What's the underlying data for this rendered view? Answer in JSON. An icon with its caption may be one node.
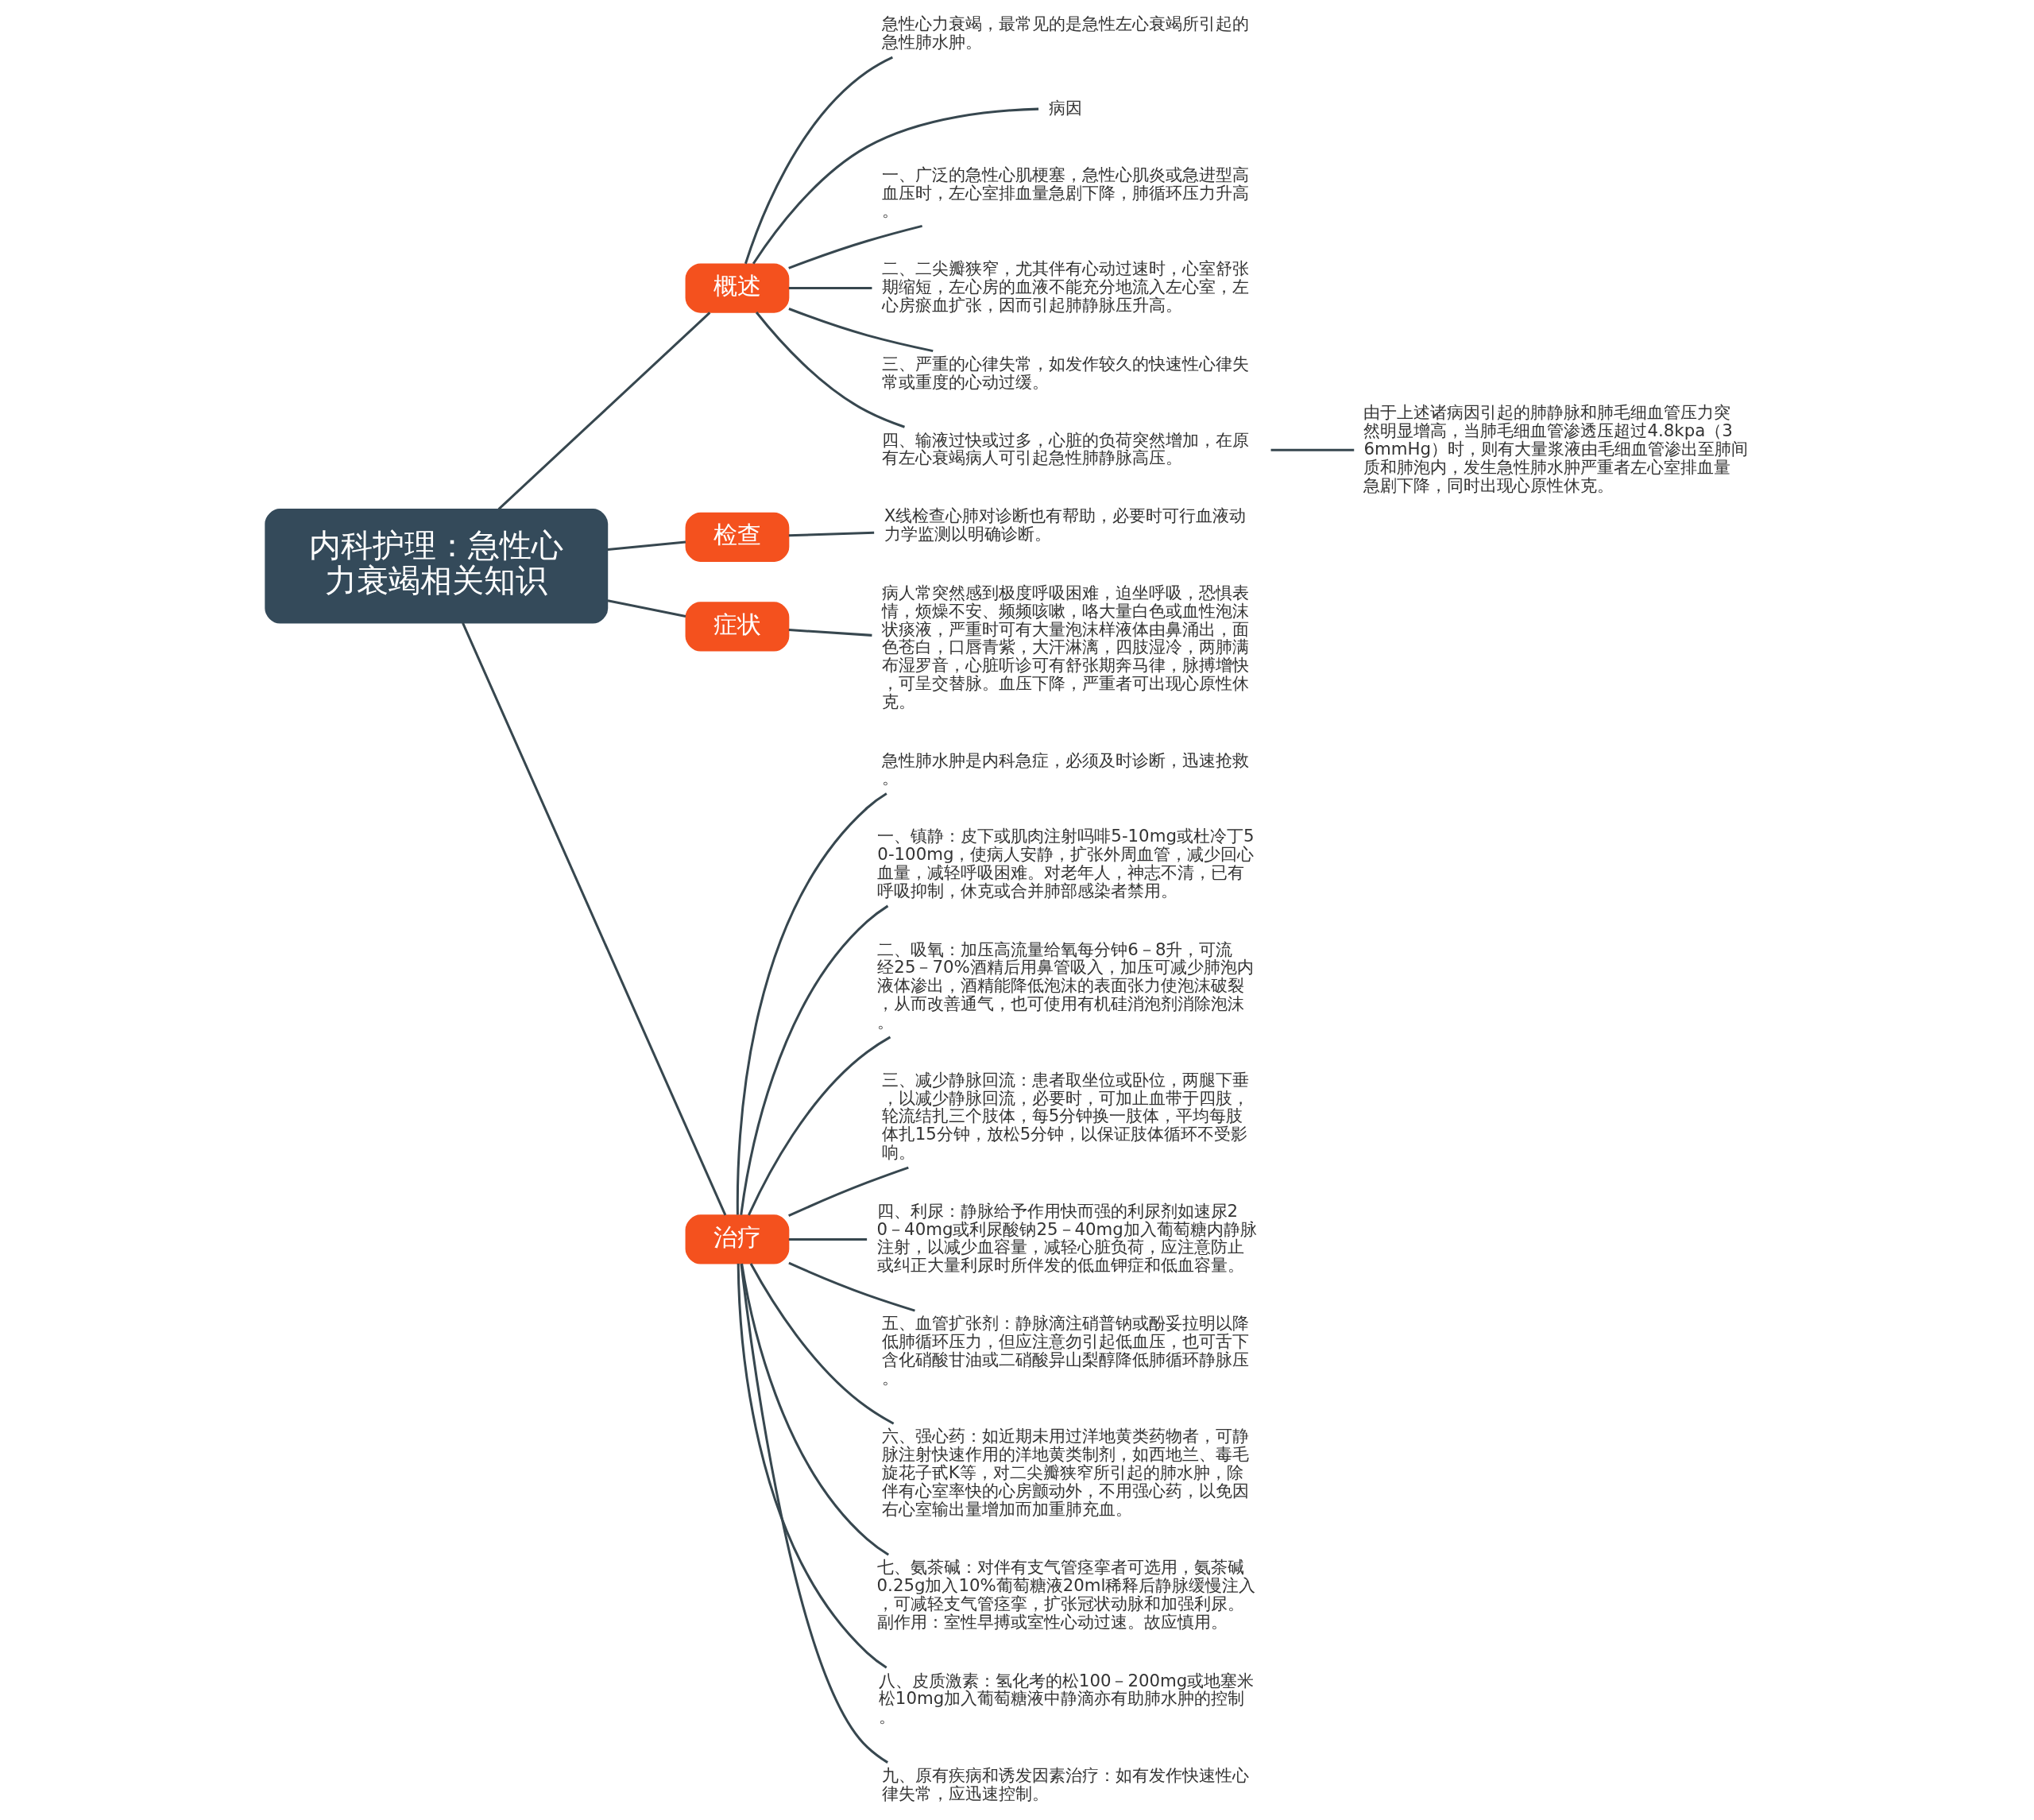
{
  "diagram": {
    "nodes": [
      {
        "text": [
          "内科护理：急性心力衰竭相关知识"
        ]
      },
      {
        "text": [
          "概述"
        ]
      },
      {
        "text": [
          "急性心力衰竭，最常见的是急性左心衰竭所引起的急性肺水肿。"
        ]
      },
      {
        "text": [
          "病因"
        ]
      },
      {
        "text": [
          "一、广泛的急性心肌梗塞，急性心肌炎或急进型高血压时，左心室排血量急剧下降，肺循环压力升高。"
        ]
      },
      {
        "text": [
          "二、二尖瓣狭窄，尤其伴有心动过速时，心室舒张期缩短，左心房的血液不能充分地流入左心室，左心房瘀血扩张，因而引起肺静脉压升高。"
        ]
      },
      {
        "text": [
          "三、严重的心律失常，如发作较久的快速性心律失常或重度的心动过缓。"
        ]
      },
      {
        "text": [
          "四、输液过快或过多，心脏的负荷突然增加，在原有左心衰竭病人可引起急性肺静脉高压。"
        ]
      },
      {
        "text": [
          "由于上述诸病因引起的肺静脉和肺毛细血管压力突然明显增高，当肺毛细血管渗透压超过4.8kpa（36mmHg）时，则有大量浆液由毛细血管渗出至肺间质和肺泡内，发生急性肺水肿严重者左心室排血量急剧下降，同时出现心原性休克。"
        ]
      },
      {
        "text": [
          "检查"
        ]
      },
      {
        "text": [
          "X线检查心肺对诊断也有帮助，必要时可行血液动力学监测以明确诊断。"
        ]
      },
      {
        "text": [
          "症状"
        ]
      },
      {
        "text": [
          "病人常突然感到极度呼吸困难，迫坐呼吸，恐惧表情，烦燥不安、频频咳嗽，咯大量白色或血性泡沫状痰液，严重时可有大量泡沫样液体由鼻涌出，面色苍白，口唇青紫，大汗淋漓，四肢湿冷，两肺满布湿罗音，心脏听诊可有舒张期奔马律，脉搏增快，可呈交替脉。血压下降，严重者可出现心原性休克。"
        ]
      },
      {
        "text": [
          "治疗"
        ]
      },
      {
        "text": [
          "急性肺水肿是内科急症，必须及时诊断，迅速抢救。"
        ]
      },
      {
        "text": [
          "一、镇静：皮下或肌肉注射吗啡5-10mg或杜冷丁50-100mg，使病人安静，扩张外周血管，减少回心血量，减轻呼吸困难。对老年人，神志不清，已有呼吸抑制，休克或合并肺部感染者禁用。"
        ]
      },
      {
        "text": [
          "二、吸氧：加压高流量给氧每分钟6－8升，可流经25－70%酒精后用鼻管吸入，加压可减少肺泡内液体渗出，酒精能降低泡沫的表面张力使泡沫破裂，从而改善通气，也可使用有机硅消泡剂消除泡沫。"
        ]
      },
      {
        "text": [
          "三、减少静脉回流：患者取坐位或卧位，两腿下垂，以减少静脉回流，必要时，可加止血带于四肢，轮流结扎三个肢体，每5分钟换一肢体，平均每肢体扎15分钟，放松5分钟，以保证肢体循环不受影响。"
        ]
      },
      {
        "text": [
          "四、利尿：静脉给予作用快而强的利尿剂如速尿20－40mg或利尿酸钠25－40mg加入葡萄糖内静脉注射，以减少血容量，减轻心脏负荷，应注意防止或纠正大量利尿时所伴发的低血钾症和低血容量。"
        ]
      },
      {
        "text": [
          "五、血管扩张剂：静脉滴注硝普钠或酚妥拉明以降低肺循环压力，但应注意勿引起低血压，也可舌下含化硝酸甘油或二硝酸异山梨醇降低肺循环静脉压。"
        ]
      },
      {
        "text": [
          "六、强心药：如近期未用过洋地黄类药物者，可静脉注射快速作用的洋地黄类制剂，如西地兰、毒毛旋花子甙K等，对二尖瓣狭窄所引起的肺水肿，除伴有心室率快的心房颤动外，不用强心药，以免因右心室输出量增加而加重肺充血。"
        ]
      },
      {
        "text": [
          "七、氨茶碱：对伴有支气管痉挛者可选用，氨茶碱0.25g加入10%葡萄糖液20ml稀释后静脉缓慢注入，可减轻支气管痉挛，扩张冠状动脉和加强利尿。副作用：室性早搏或室性心动过速。故应慎用。"
        ]
      },
      {
        "text": [
          "八、皮质激素：氢化考的松100－200mg或地塞米松10mg加入葡萄糖液中静滴亦有助肺水肿的控制。"
        ]
      },
      {
        "text": [
          "九、原有疾病和诱发因素治疗：如有发作快速性心律失常，应迅速控制。"
        ]
      }
    ],
    "edges": [
      {
        "from": 0,
        "to": 1,
        "arrow": "none"
      },
      {
        "from": 1,
        "to": 2,
        "arrow": "none"
      },
      {
        "from": 1,
        "to": 3,
        "arrow": "none"
      },
      {
        "from": 1,
        "to": 4,
        "arrow": "none"
      },
      {
        "from": 1,
        "to": 5,
        "arrow": "none"
      },
      {
        "from": 1,
        "to": 6,
        "arrow": "none"
      },
      {
        "from": 1,
        "to": 7,
        "arrow": "none"
      },
      {
        "from": 7,
        "to": 8,
        "arrow": "none"
      },
      {
        "from": 0,
        "to": 9,
        "arrow": "none"
      },
      {
        "from": 9,
        "to": 10,
        "arrow": "none"
      },
      {
        "from": 0,
        "to": 11,
        "arrow": "none"
      },
      {
        "from": 11,
        "to": 12,
        "arrow": "none"
      },
      {
        "from": 0,
        "to": 13,
        "arrow": "none"
      },
      {
        "from": 13,
        "to": 14,
        "arrow": "none"
      },
      {
        "from": 13,
        "to": 15,
        "arrow": "none"
      },
      {
        "from": 13,
        "to": 16,
        "arrow": "none"
      },
      {
        "from": 13,
        "to": 17,
        "arrow": "none"
      },
      {
        "from": 13,
        "to": 18,
        "arrow": "none"
      },
      {
        "from": 13,
        "to": 19,
        "arrow": "none"
      },
      {
        "from": 13,
        "to": 20,
        "arrow": "none"
      },
      {
        "from": 13,
        "to": 21,
        "arrow": "none"
      },
      {
        "from": 13,
        "to": 22,
        "arrow": "none"
      },
      {
        "from": 13,
        "to": 23,
        "arrow": "none"
      }
    ]
  }
}
